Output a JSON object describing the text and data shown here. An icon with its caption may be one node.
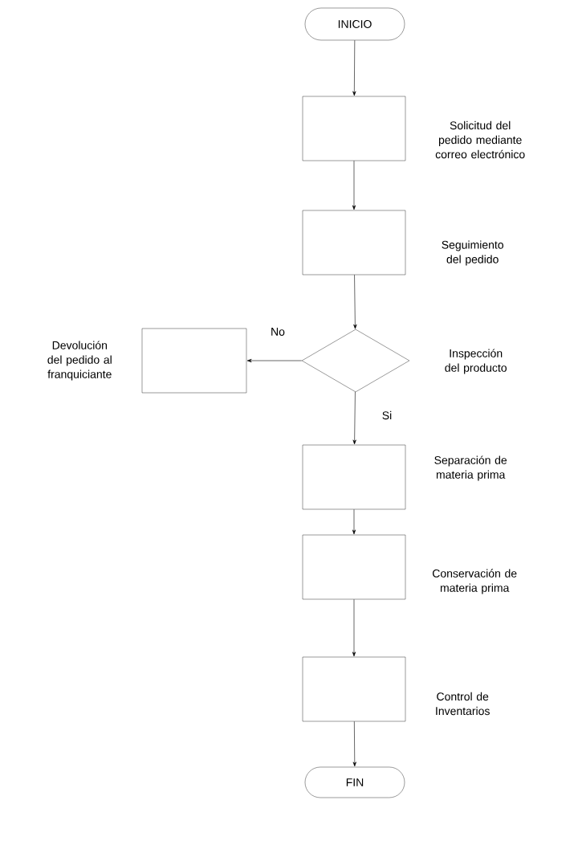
{
  "diagram": {
    "nodes": [
      {
        "text": [
          "INICIO"
        ]
      },
      {
        "text": [],
        "shape": "box",
        "beside": [
          "Solicitud del pedido mediante correo electrónico"
        ]
      },
      {
        "text": [],
        "shape": "box",
        "beside": [
          "Seguimiento del pedido"
        ]
      },
      {
        "text": [],
        "shape": "diamond",
        "beside": [
          "Inspección del producto"
        ]
      },
      {
        "text": [],
        "shape": "box",
        "beside": [
          "Devolución del pedido al franquiciante"
        ]
      },
      {
        "text": [],
        "shape": "box",
        "beside": [
          "Separación de materia prima"
        ]
      },
      {
        "text": [],
        "shape": "box",
        "beside": [
          "Conservación de materia prima"
        ]
      },
      {
        "text": [],
        "shape": "box",
        "beside": [
          "Control de Inventarios"
        ]
      },
      {
        "text": [
          "FIN"
        ]
      }
    ],
    "edges": [
      {
        "from": 0,
        "to": 1,
        "arrow": "to"
      },
      {
        "from": 1,
        "to": 2,
        "arrow": "to"
      },
      {
        "from": 2,
        "to": 3,
        "arrow": "to"
      },
      {
        "from": 3,
        "to": 4,
        "arrow": "to",
        "label": "No"
      },
      {
        "from": 3,
        "to": 5,
        "arrow": "to",
        "label": "Si"
      },
      {
        "from": 5,
        "to": 6,
        "arrow": "to"
      },
      {
        "from": 6,
        "to": 7,
        "arrow": "to"
      },
      {
        "from": 7,
        "to": 8,
        "arrow": "to"
      }
    ]
  }
}
